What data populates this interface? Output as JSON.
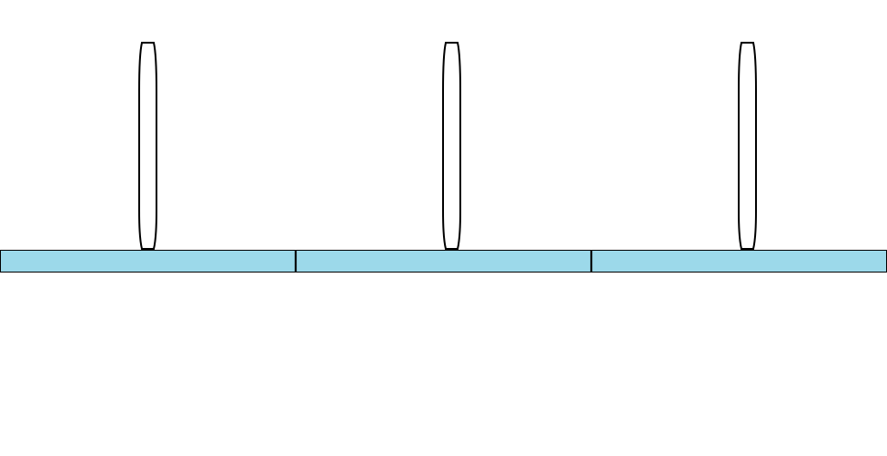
{
  "colors": {
    "background": "#ffffff",
    "segment_fill": "#9cd9ea",
    "segment_stroke": "#000000",
    "rod_fill": "#ffffff",
    "rod_stroke": "#000000"
  },
  "diagram": {
    "segments": [
      {
        "id": "segment-1",
        "rod_id": "rod-1"
      },
      {
        "id": "segment-2",
        "rod_id": "rod-2"
      },
      {
        "id": "segment-3",
        "rod_id": "rod-3"
      }
    ],
    "rods": [
      {
        "id": "rod-1"
      },
      {
        "id": "rod-2"
      },
      {
        "id": "rod-3"
      }
    ]
  }
}
